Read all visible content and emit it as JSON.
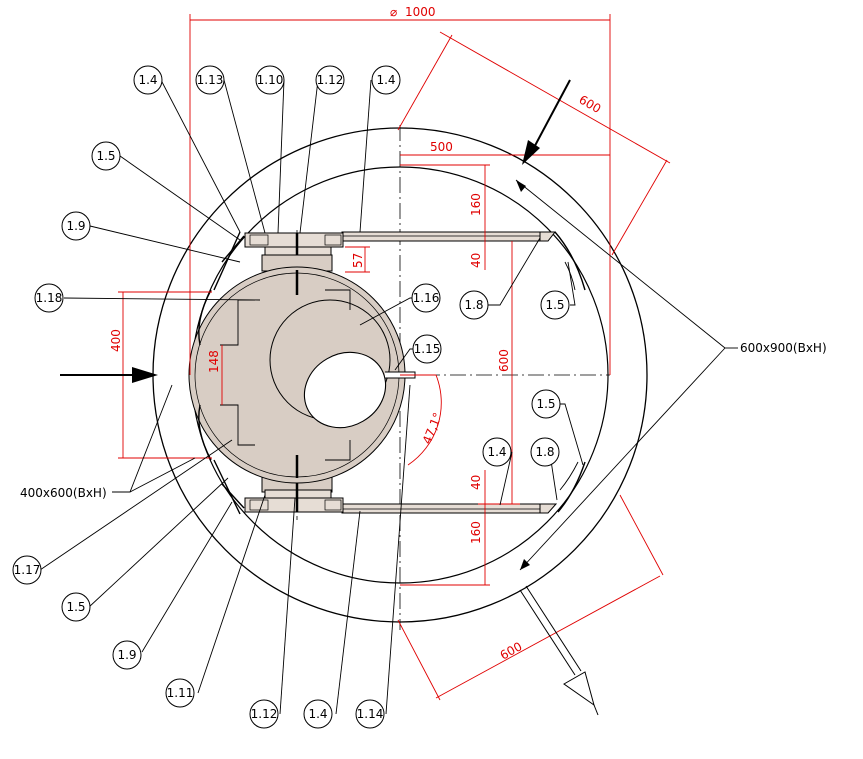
{
  "dimensions": {
    "shaft_diameter": "1000",
    "diameter_symbol": "⌀",
    "width_top": "500",
    "diag_top": "600",
    "diag_bottom": "600",
    "height_160_top": "160",
    "height_40_top": "40",
    "height_57": "57",
    "height_600": "600",
    "height_40_bottom": "40",
    "height_160_bottom": "160",
    "height_400": "400",
    "height_148": "148",
    "angle": "47,1°"
  },
  "callouts": {
    "c_1_4_a": "1.4",
    "c_1_13": "1.13",
    "c_1_10": "1.10",
    "c_1_12_a": "1.12",
    "c_1_4_b": "1.4",
    "c_1_5_a": "1.5",
    "c_1_9_a": "1.9",
    "c_1_18": "1.18",
    "c_1_16": "1.16",
    "c_1_8_a": "1.8",
    "c_1_5_b": "1.5",
    "c_1_15": "1.15",
    "c_1_5_c": "1.5",
    "c_1_4_c": "1.4",
    "c_1_8_b": "1.8",
    "c_1_17": "1.17",
    "c_1_5_d": "1.5",
    "c_1_9_b": "1.9",
    "c_1_11": "1.11",
    "c_1_12_b": "1.12",
    "c_1_4_d": "1.4",
    "c_1_14": "1.14"
  },
  "labels": {
    "opening_right": "600x900(BxH)",
    "opening_left": "400x600(BxH)"
  },
  "colors": {
    "dimension": "#e00000",
    "part_fill": "#d8cdc4",
    "line": "#000000"
  }
}
